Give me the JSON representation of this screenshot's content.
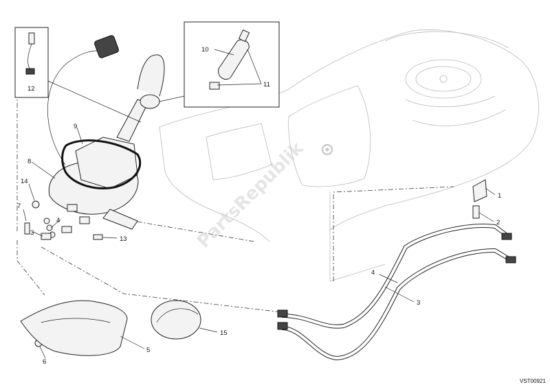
{
  "callouts": [
    {
      "id": "c1",
      "label": "1"
    },
    {
      "id": "c2",
      "label": "2"
    },
    {
      "id": "c3",
      "label": "3"
    },
    {
      "id": "c3b",
      "label": "3"
    },
    {
      "id": "c4",
      "label": "4"
    },
    {
      "id": "c4b",
      "label": "4"
    },
    {
      "id": "c5",
      "label": "5"
    },
    {
      "id": "c6",
      "label": "6"
    },
    {
      "id": "c7",
      "label": "7"
    },
    {
      "id": "c8",
      "label": "8"
    },
    {
      "id": "c9",
      "label": "9"
    },
    {
      "id": "c10",
      "label": "10"
    },
    {
      "id": "c11",
      "label": "11"
    },
    {
      "id": "c12",
      "label": "12"
    },
    {
      "id": "c13",
      "label": "13"
    },
    {
      "id": "c14",
      "label": "14"
    },
    {
      "id": "c15",
      "label": "15"
    }
  ],
  "watermark": "PartsRepublik",
  "reference_code": "VST00921",
  "colors": {
    "line": "#222222",
    "ghost": "#b9b9b9",
    "watermark": "#cfcfcf"
  }
}
